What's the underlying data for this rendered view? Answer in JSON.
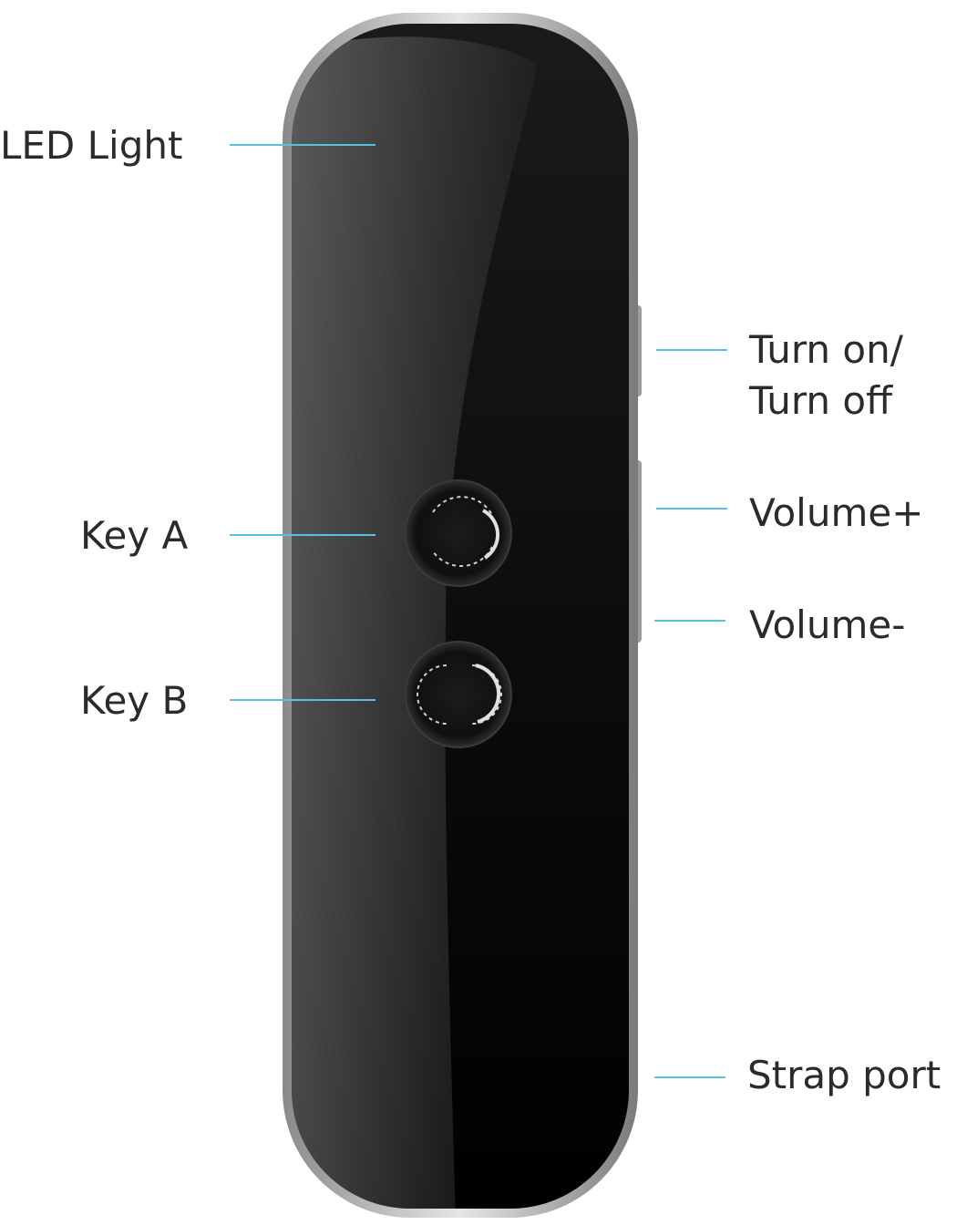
{
  "colors": {
    "leader_line": "#5bc0de",
    "label_text": "#2b2b2b",
    "device_body": "#050505",
    "device_frame": "#b9b9b9",
    "background": "#ffffff"
  },
  "labels": {
    "led_light": "LED Light",
    "key_a": "Key A",
    "key_b": "Key B",
    "turn_on_line1": "Turn on/",
    "turn_on_line2": "Turn off",
    "volume_up": "Volume+",
    "volume_down": "Volume-",
    "strap_port": "Strap port"
  }
}
